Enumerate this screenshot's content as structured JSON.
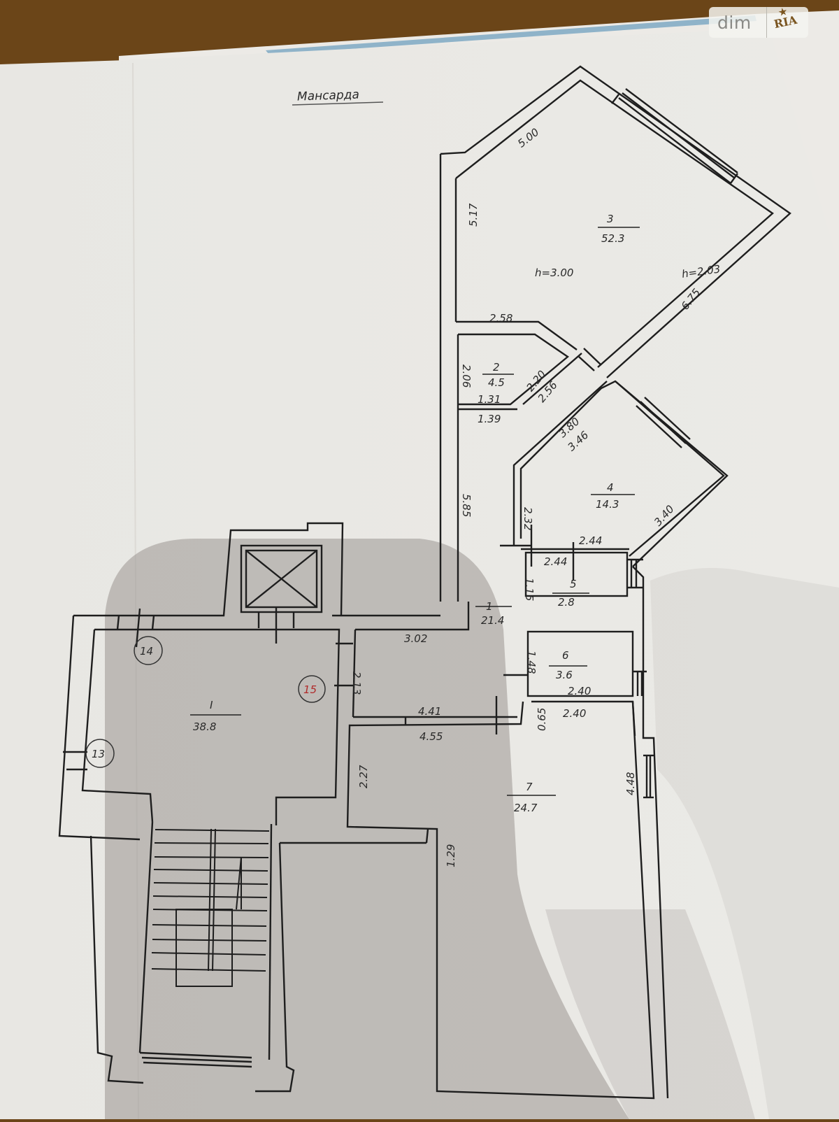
{
  "watermark": {
    "brand_left": "dim",
    "brand_right": "RIA",
    "star": "★"
  },
  "sheet": {
    "title": "Мансарда",
    "colors": {
      "paper": "#e9e8e4",
      "line": "#1e1e1e",
      "background": "#6b4518",
      "stripe": "#8fb3c9",
      "red_mark": "#b02a2a"
    }
  },
  "rooms": [
    {
      "id": "3",
      "area": "52.3",
      "heights": [
        "h=3.00",
        "h=2.03"
      ],
      "dims": [
        "5.00",
        "5.17",
        "6.75",
        "2.58"
      ]
    },
    {
      "id": "2",
      "area": "4.5",
      "dims": [
        "2.06",
        "2.20",
        "2.56",
        "1.31",
        "1.39"
      ]
    },
    {
      "id": "4",
      "area": "14.3",
      "dims": [
        "3.80",
        "3.46",
        "2.32",
        "3.40",
        "2.44"
      ]
    },
    {
      "id": "5",
      "area": "2.8",
      "dims": [
        "2.44",
        "1.15"
      ]
    },
    {
      "id": "6",
      "area": "3.6",
      "dims": [
        "1.48",
        "2.40"
      ]
    },
    {
      "id": "1",
      "area": "21.4",
      "dims": [
        "5.85",
        "3.02",
        "2.13",
        "4.41",
        "4.55",
        "0.65"
      ]
    },
    {
      "id": "7",
      "area": "24.7",
      "dims": [
        "2.40",
        "2.27",
        "4.48",
        "1.29"
      ]
    },
    {
      "id": "I",
      "area": "38.8"
    }
  ],
  "markers": [
    {
      "label": "14",
      "color": "#1e1e1e"
    },
    {
      "label": "13",
      "color": "#1e1e1e"
    },
    {
      "label": "15",
      "color": "#b02a2a"
    }
  ],
  "dim_labels": {
    "r3_top": "5.00",
    "r3_left": "5.17",
    "r3_right": "6.75",
    "r3_bottom": "2.58",
    "r2_left": "2.06",
    "r2_diag_a": "2.20",
    "r2_diag_b": "2.56",
    "r2_bot_a": "1.31",
    "r2_bot_b": "1.39",
    "r4_diag_a": "3.80",
    "r4_diag_b": "3.46",
    "r4_left": "2.32",
    "r4_right": "3.40",
    "r4_bottom": "2.44",
    "r5_top": "2.44",
    "r5_left": "1.15",
    "r6_left": "1.48",
    "r6_bottom": "2.40",
    "r1_left": "5.85",
    "r1_top": "3.02",
    "r1_door": "2.13",
    "r1_bot_a": "4.41",
    "r1_bot_b": "4.55",
    "r1_small": "0.65",
    "r7_top": "2.40",
    "r7_left": "2.27",
    "r7_right": "4.48",
    "r7_step": "1.29"
  }
}
